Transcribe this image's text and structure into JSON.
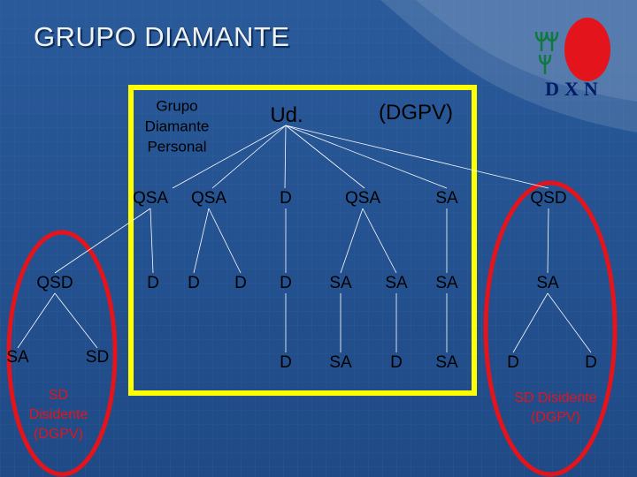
{
  "slide": {
    "title": "GRUPO DIAMANTE",
    "logo_text": "DXN"
  },
  "diagram": {
    "root": "Ud.",
    "root_org": "(DGPV)",
    "group_label": [
      "Grupo",
      "Diamante",
      "Personal"
    ],
    "nodes": {
      "l1_qsa_a": "QSA",
      "l1_qsa_b": "QSA",
      "l1_d": "D",
      "l1_qsa_c": "QSA",
      "l1_sa": "SA",
      "l1_qsd": "QSD",
      "l2_qsd": "QSD",
      "l2_d1": "D",
      "l2_d2": "D",
      "l2_d3": "D",
      "l2_d4": "D",
      "l2_sa1": "SA",
      "l2_sa2": "SA",
      "l2_sa3": "SA",
      "l2_sa4": "SA",
      "l3_sa_left": "SA",
      "l3_sd_left": "SD",
      "l3_d1": "D",
      "l3_sa1": "SA",
      "l3_d2": "D",
      "l3_sa2": "SA",
      "l3_d3": "D",
      "l3_d4": "D"
    },
    "dissident_left": [
      "SD",
      "Disidente",
      "(DGPV)"
    ],
    "dissident_right": [
      "SD Disidente",
      "(DGPV)"
    ]
  },
  "colors": {
    "background": "#2c5b9b",
    "highlight_box": "#ffff00",
    "dissident_oval": "#e3141b",
    "logo_circle": "#e3141b",
    "logo_mark": "#0d7a3a",
    "logo_text": "#001a66"
  }
}
